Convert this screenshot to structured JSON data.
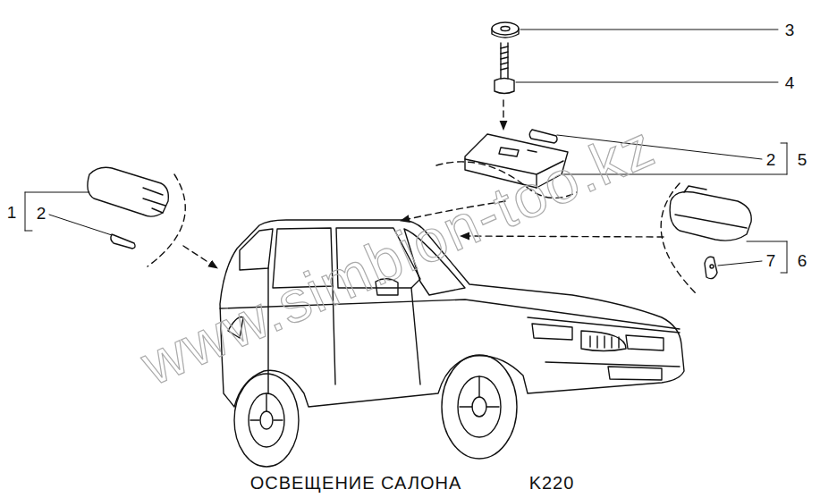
{
  "diagram": {
    "title": "ОСВЕЩЕНИЕ САЛОНА",
    "labels": [
      "3",
      "4",
      "2",
      "5",
      "1",
      "2",
      "7",
      "6",
      "K220",
      "www.simbion-too.kz"
    ]
  }
}
